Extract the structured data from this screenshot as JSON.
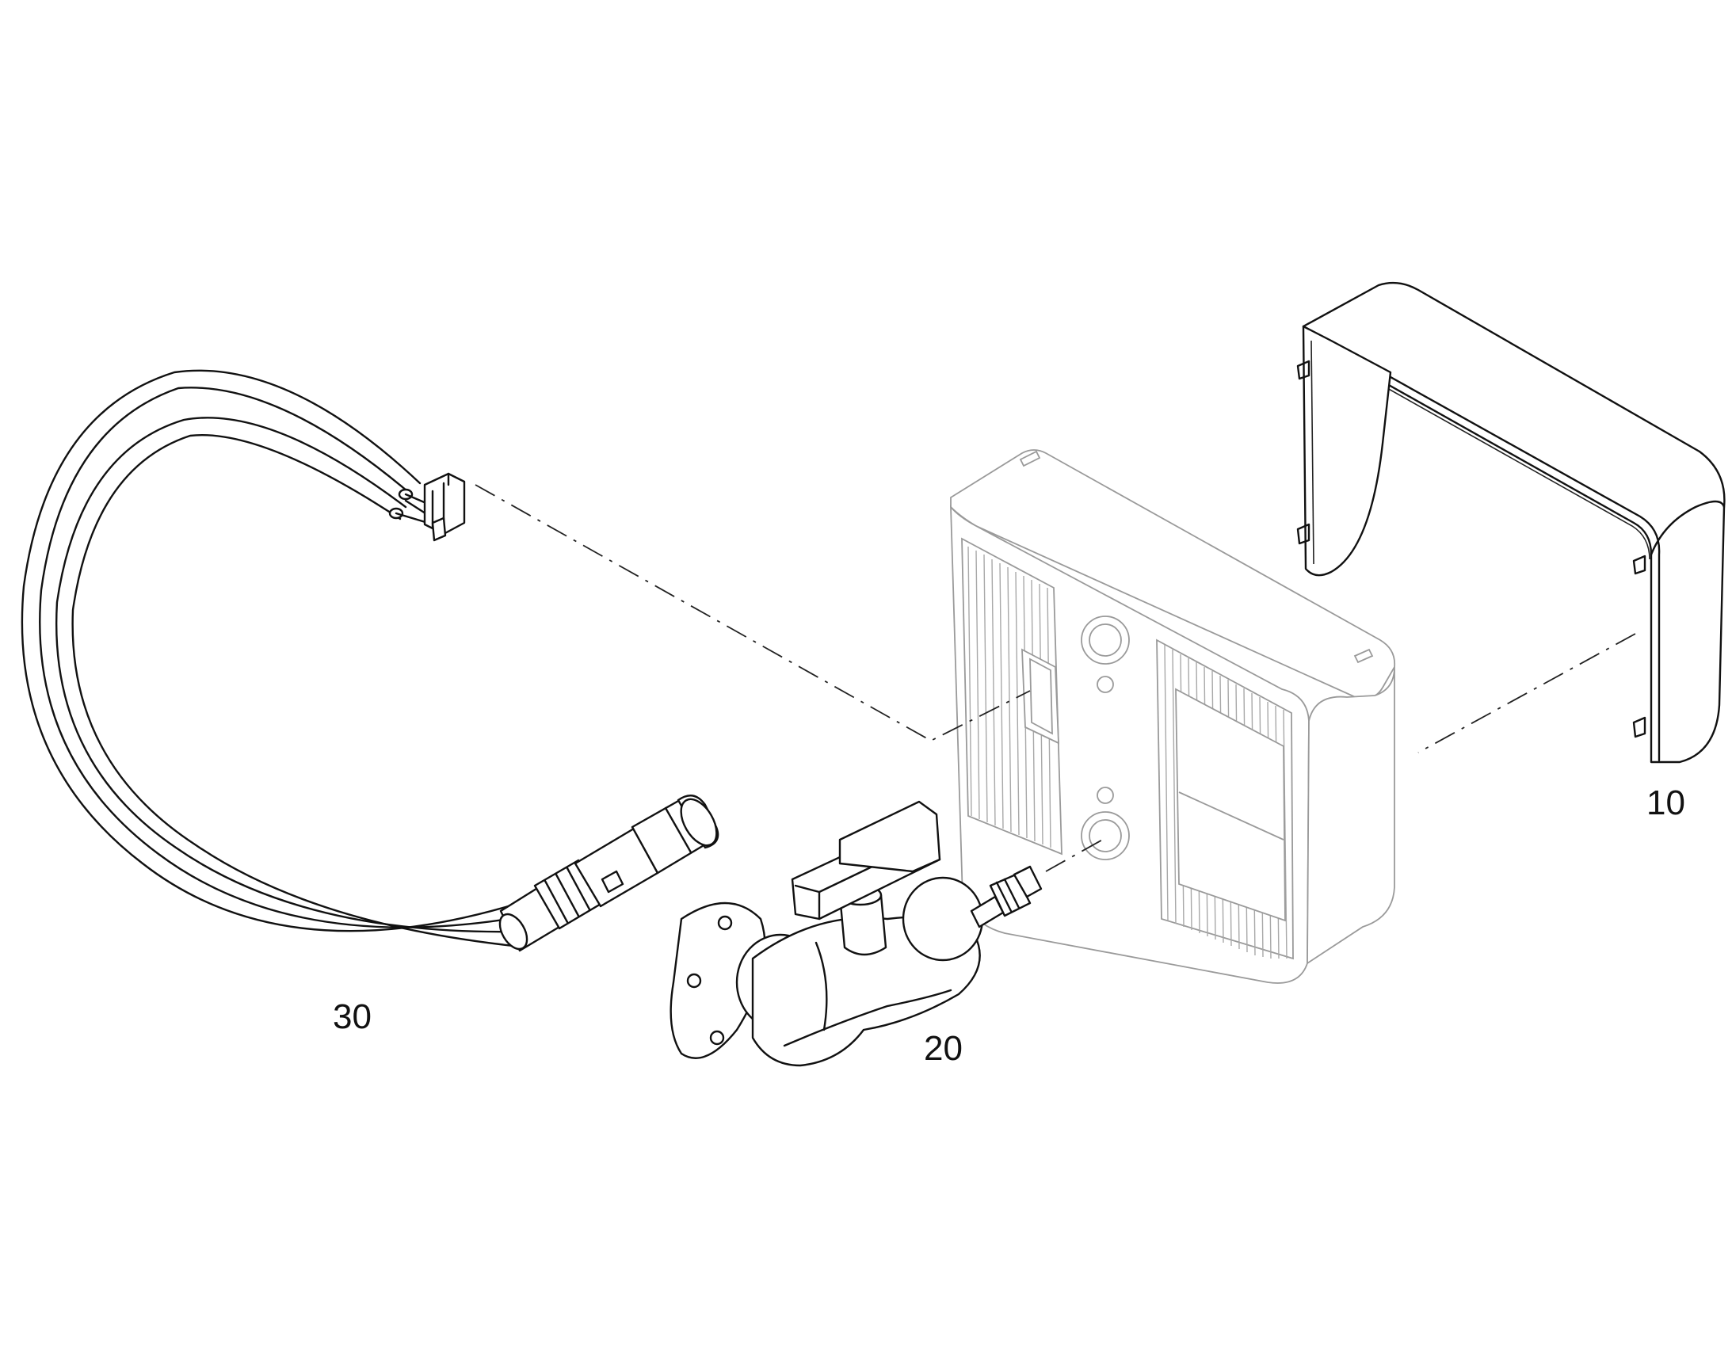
{
  "callouts": {
    "item_10": "10",
    "item_20": "20",
    "item_30": "30"
  },
  "colors": {
    "line": "#111111",
    "housing_outline": "#9a9a9a",
    "background": "#ffffff"
  }
}
